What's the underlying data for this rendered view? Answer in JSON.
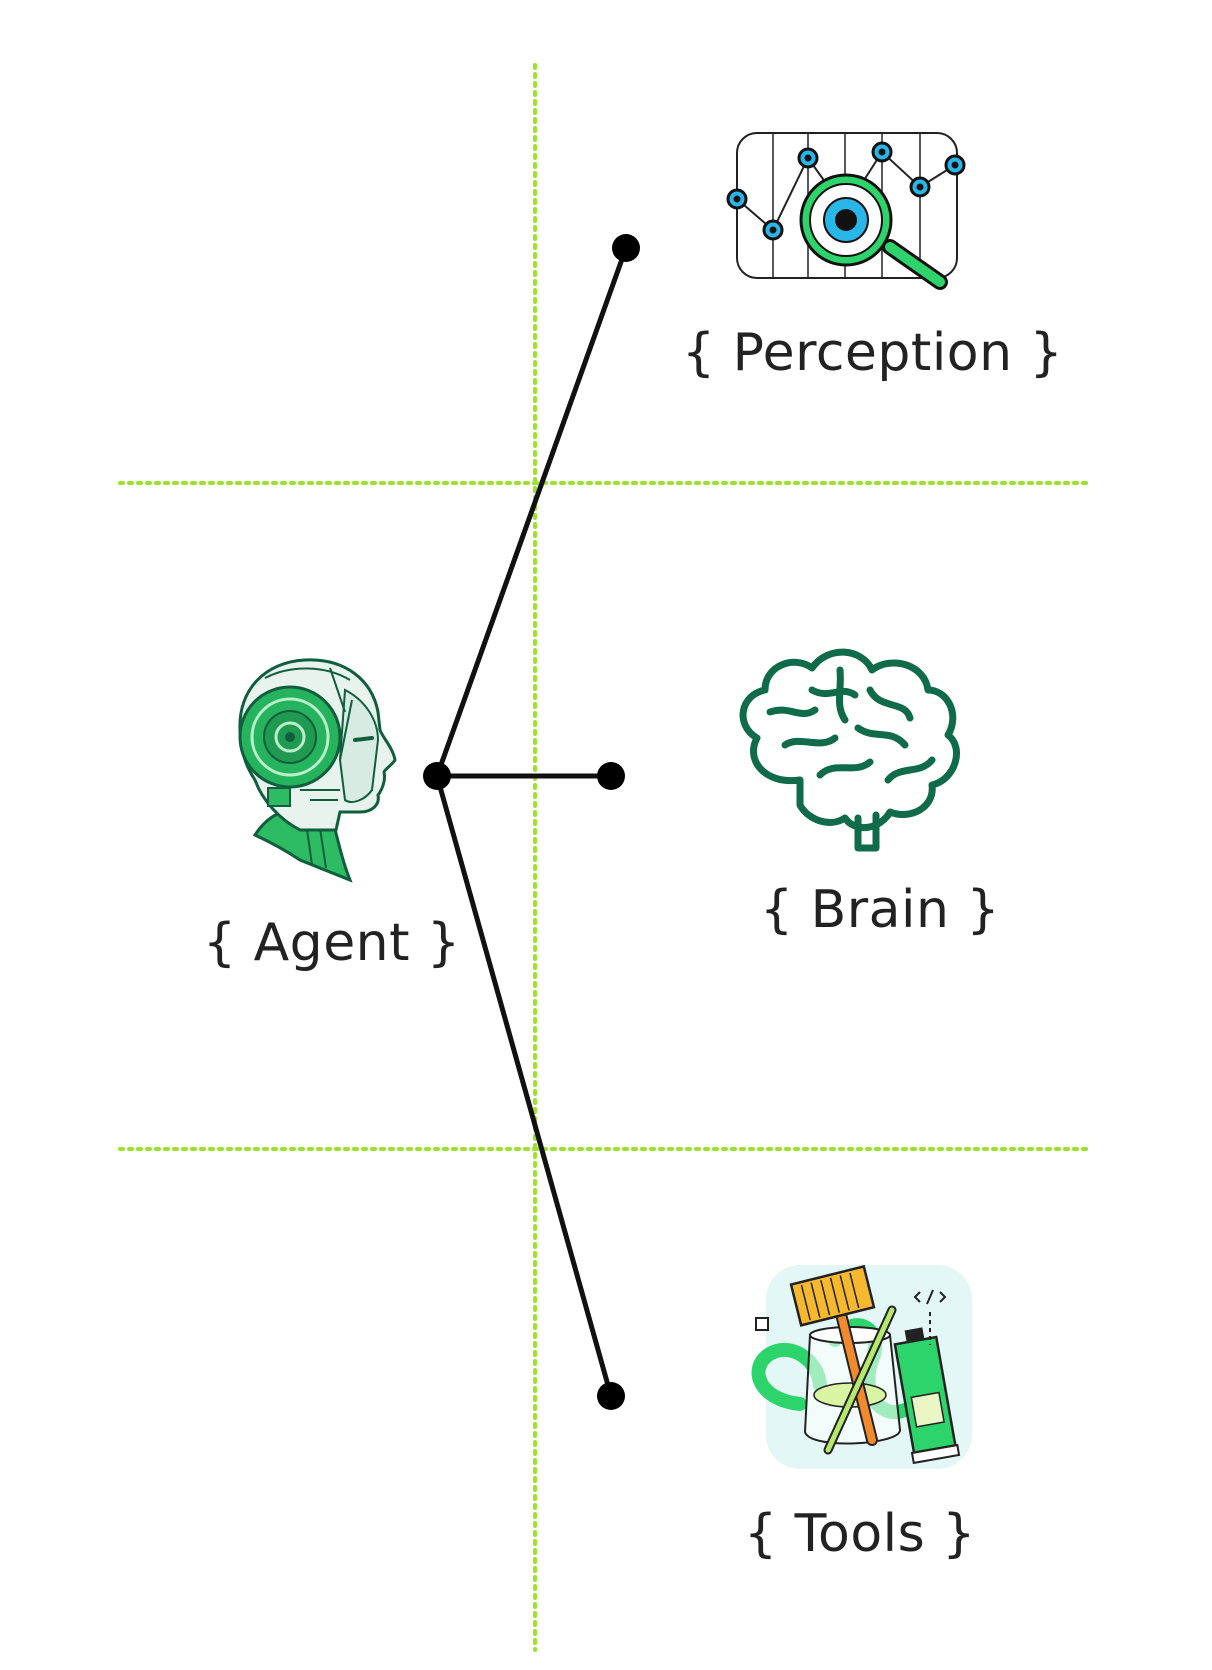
{
  "diagram": {
    "center": {
      "label": "{ Agent }",
      "icon": "robot-head-icon"
    },
    "branches": [
      {
        "label": "{ Perception }",
        "icon": "data-magnifier-icon"
      },
      {
        "label": "{ Brain }",
        "icon": "brain-icon"
      },
      {
        "label": "{ Tools }",
        "icon": "tools-jar-icon"
      }
    ],
    "colors": {
      "guide_lines": "#9be22a",
      "connectors": "#111111",
      "brain_stroke": "#0f6b4a",
      "accent_green": "#2dd46b",
      "accent_blue": "#29b6e8",
      "tools_background": "#e3f8f6",
      "text": "#222222"
    }
  }
}
